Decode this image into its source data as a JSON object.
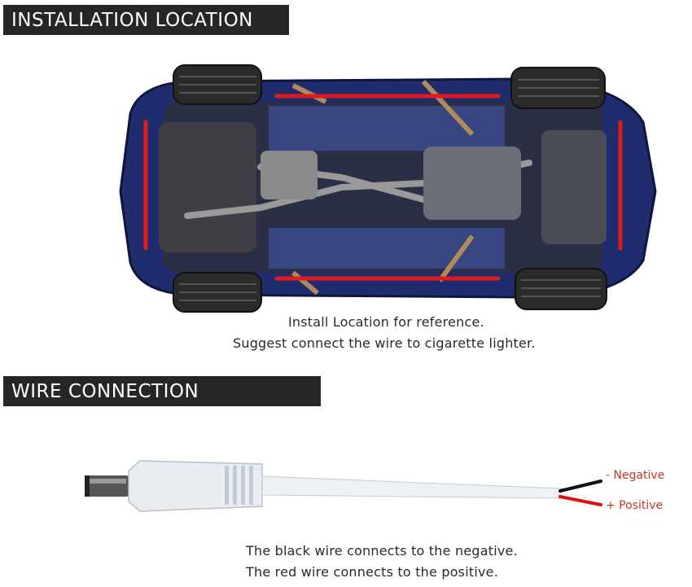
{
  "installation": {
    "title": "INSTALLATION LOCATION",
    "caption_line1": "Install Location for reference.",
    "caption_line2": "Suggest connect the wire to cigarette lighter."
  },
  "wire": {
    "title": "WIRE CONNECTION",
    "negative_label": "-  Negative",
    "positive_label": "+  Positive",
    "caption_line1": "The black wire connects to the negative.",
    "caption_line2": "The red wire connects to the positive."
  },
  "colors": {
    "banner": "#262626",
    "strip": "#e01b1b",
    "car_body": "#1f2c6e",
    "label_red": "#c0392b"
  }
}
